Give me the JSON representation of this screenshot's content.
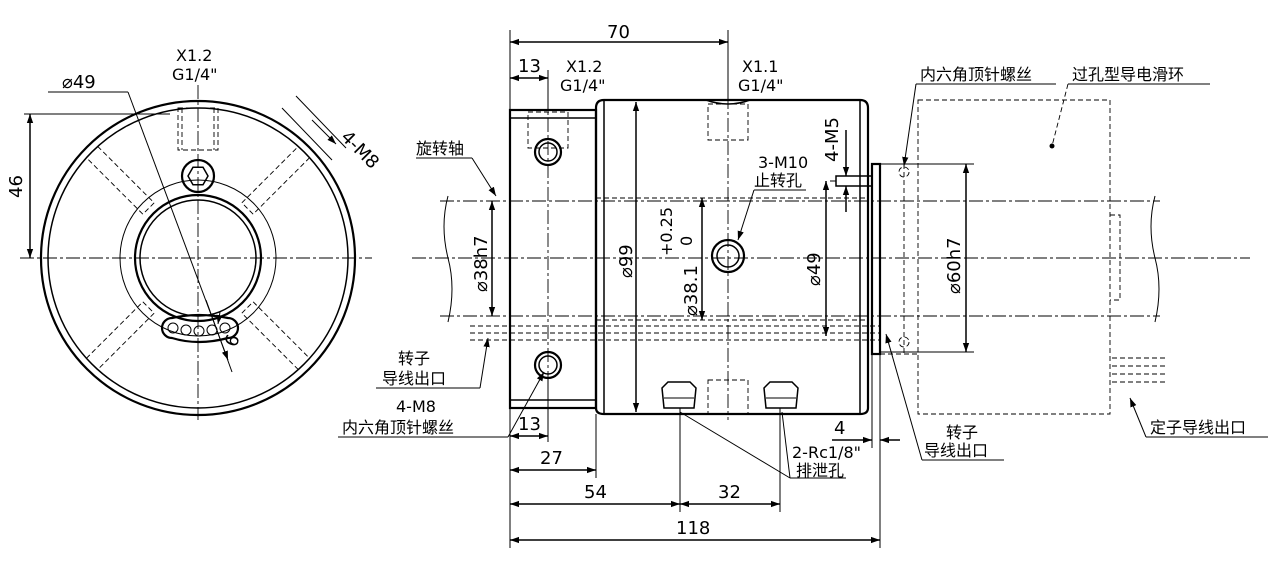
{
  "front_view": {
    "port_x12": "X1.2",
    "port_x12_thread": "G1/4\"",
    "dia_49": "⌀49",
    "dim_46": "46",
    "dim_6": "6",
    "screw_4m8": "4-M8"
  },
  "side_view": {
    "dim_70": "70",
    "dim_13_top": "13",
    "port_x12": "X1.2",
    "port_x12_thread": "G1/4\"",
    "port_x11": "X1.1",
    "port_x11_thread": "G1/4\"",
    "label_set_screw_top": "内六角顶针螺丝",
    "label_through_bore_ring": "过孔型导电滑环",
    "label_shaft": "旋转轴",
    "dim_4m5": "4-M5",
    "label_3m10": "3-M10",
    "label_anti_rotation": "止转孔",
    "dia_38h7": "⌀38h7",
    "dia_99": "⌀99",
    "tol_plus": "+0.25",
    "tol_zero": "0",
    "dia_38_1": "⌀38.1",
    "dia_49": "⌀49",
    "dia_60h7": "⌀60h7",
    "label_rotor_exit_left_1": "转子",
    "label_rotor_exit_left_2": "导线出口",
    "label_4m8": "4-M8",
    "label_set_screw_bottom": "内六角顶针螺丝",
    "dim_13_bottom": "13",
    "dim_27": "27",
    "dim_4": "4",
    "label_rotor_exit_right_1": "转子",
    "label_rotor_exit_right_2": "导线出口",
    "label_2rc": "2-Rc1/8\"",
    "label_drain": "排泄孔",
    "label_stator_exit": "定子导线出口",
    "dim_54": "54",
    "dim_32": "32",
    "dim_118": "118"
  }
}
